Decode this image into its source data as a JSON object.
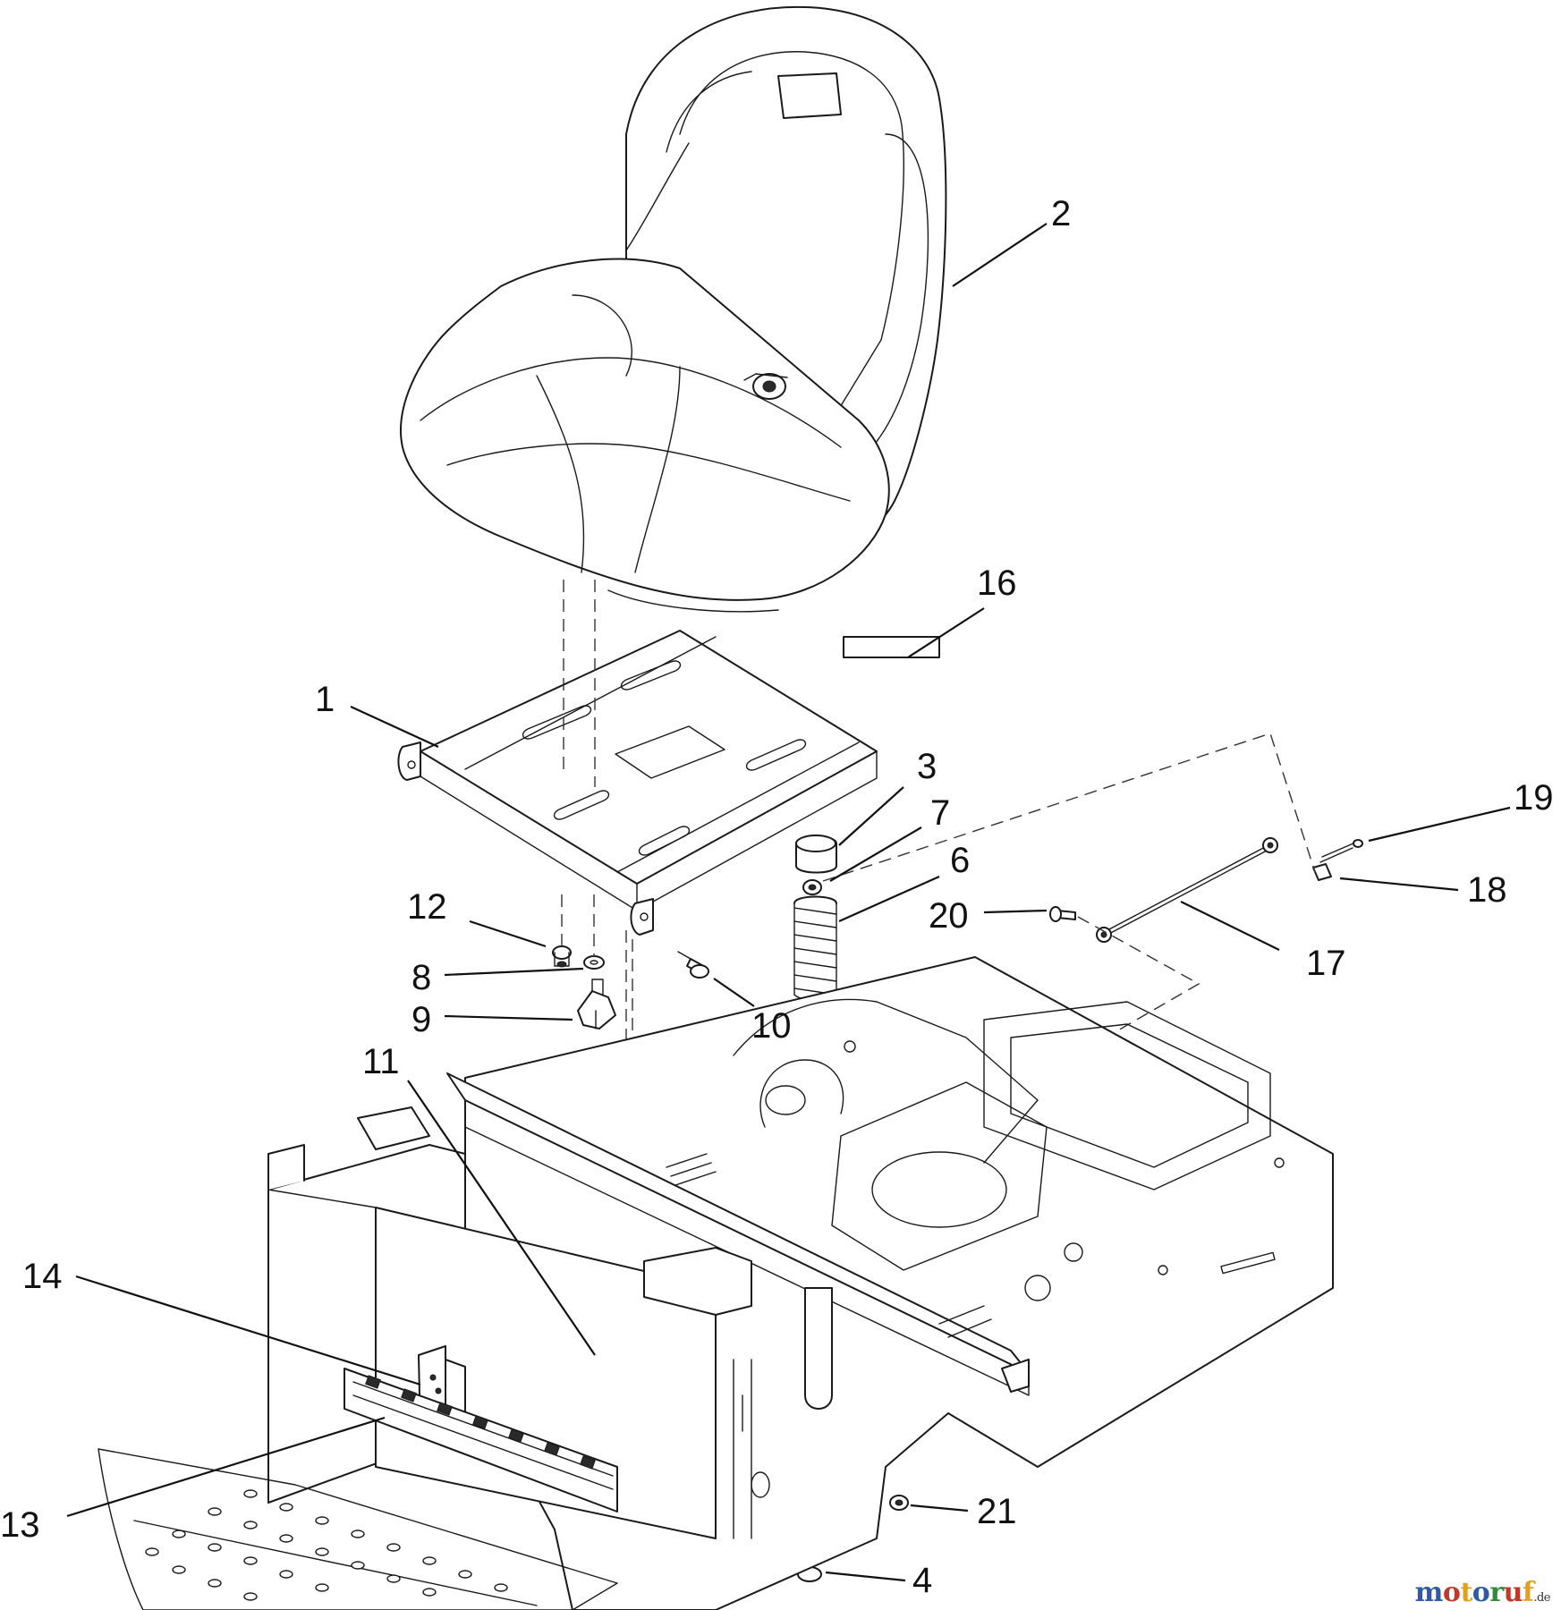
{
  "callouts": [
    {
      "id": "1",
      "label": "1"
    },
    {
      "id": "2",
      "label": "2"
    },
    {
      "id": "3",
      "label": "3"
    },
    {
      "id": "4",
      "label": "4"
    },
    {
      "id": "6",
      "label": "6"
    },
    {
      "id": "7",
      "label": "7"
    },
    {
      "id": "8",
      "label": "8"
    },
    {
      "id": "9",
      "label": "9"
    },
    {
      "id": "10",
      "label": "10"
    },
    {
      "id": "11",
      "label": "11"
    },
    {
      "id": "12",
      "label": "12"
    },
    {
      "id": "13",
      "label": "13"
    },
    {
      "id": "14",
      "label": "14"
    },
    {
      "id": "16",
      "label": "16"
    },
    {
      "id": "17",
      "label": "17"
    },
    {
      "id": "18",
      "label": "18"
    },
    {
      "id": "19",
      "label": "19"
    },
    {
      "id": "20",
      "label": "20"
    },
    {
      "id": "21",
      "label": "21"
    }
  ],
  "watermark": {
    "letters": [
      "m",
      "o",
      "t",
      "o",
      "r",
      "u",
      "f"
    ],
    "letter_colors": [
      "#2e5aa8",
      "#c0392b",
      "#e0a020",
      "#2e5aa8",
      "#2e8b3a",
      "#c0392b",
      "#e0a020"
    ],
    "suffix": ".de"
  }
}
